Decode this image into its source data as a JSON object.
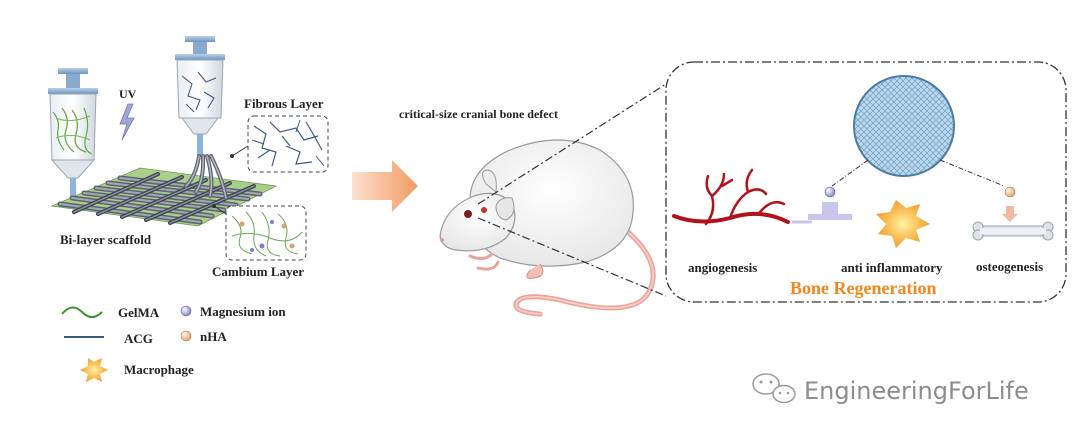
{
  "labels": {
    "uv": "UV",
    "fibrous_layer": "Fibrous Layer",
    "bilayer_scaffold": "Bi-layer scaffold",
    "cambium_layer": "Cambium Layer",
    "defect": "critical-size cranial bone defect",
    "angiogenesis": "angiogenesis",
    "anti_inflammatory": "anti inflammatory",
    "osteogenesis": "osteogenesis",
    "bone_regeneration": "Bone Regeneration"
  },
  "legend": {
    "gelma": "GelMA",
    "acg": "ACG",
    "magnesium": "Magnesium ion",
    "nha": "nHA",
    "macrophage": "Macrophage"
  },
  "watermark": {
    "text": "EngineeringForLife",
    "icon": "wechat-icon"
  },
  "colors": {
    "accent_orange": "#f0871e",
    "vessel_red": "#b3121b",
    "arrow_orange": "#f6b48a",
    "gelma_green": "#3f8f2e",
    "acg_blue": "#3f5a86"
  }
}
